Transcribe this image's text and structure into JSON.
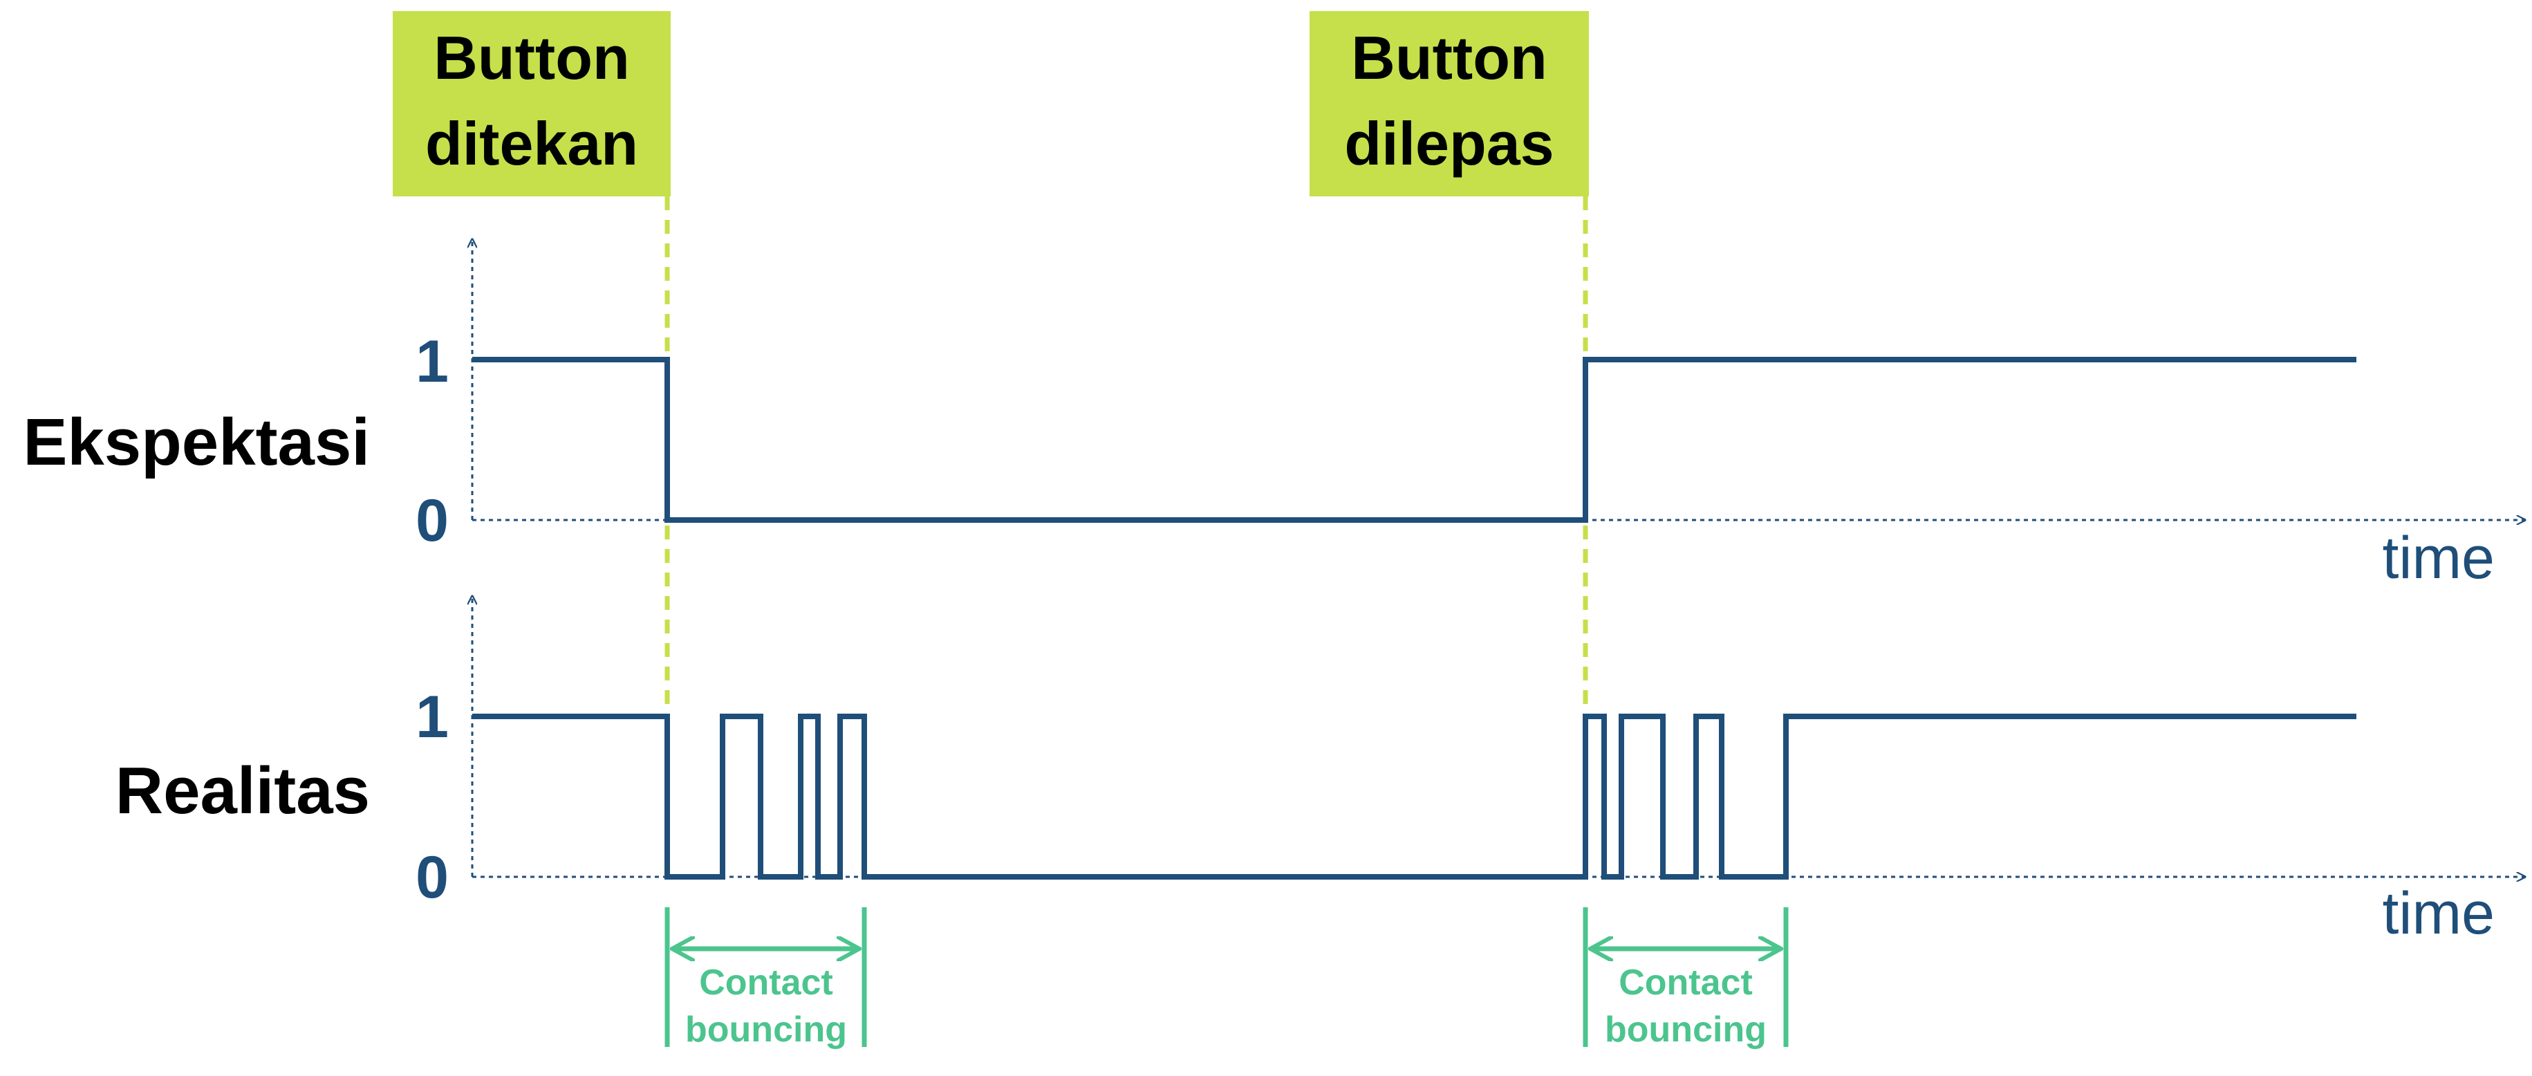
{
  "events": {
    "press_label_line1": "Button",
    "press_label_line2": "ditekan",
    "release_label_line1": "Button",
    "release_label_line2": "dilepas"
  },
  "rows": {
    "expected_label": "Ekspektasi",
    "reality_label": "Realitas"
  },
  "axes": {
    "level_high": "1",
    "level_low": "0",
    "time_label": "time"
  },
  "annotations": {
    "bounce1_line1": "Contact",
    "bounce1_line2": "bouncing",
    "bounce2_line1": "Contact",
    "bounce2_line2": "bouncing"
  },
  "colors": {
    "signal": "#1f4e79",
    "event_box": "#c5e04a",
    "event_line": "#c5e04a",
    "bounce_annotation": "#4cc48e",
    "text_dark": "#000000",
    "axis_text": "#1f4e79"
  }
}
